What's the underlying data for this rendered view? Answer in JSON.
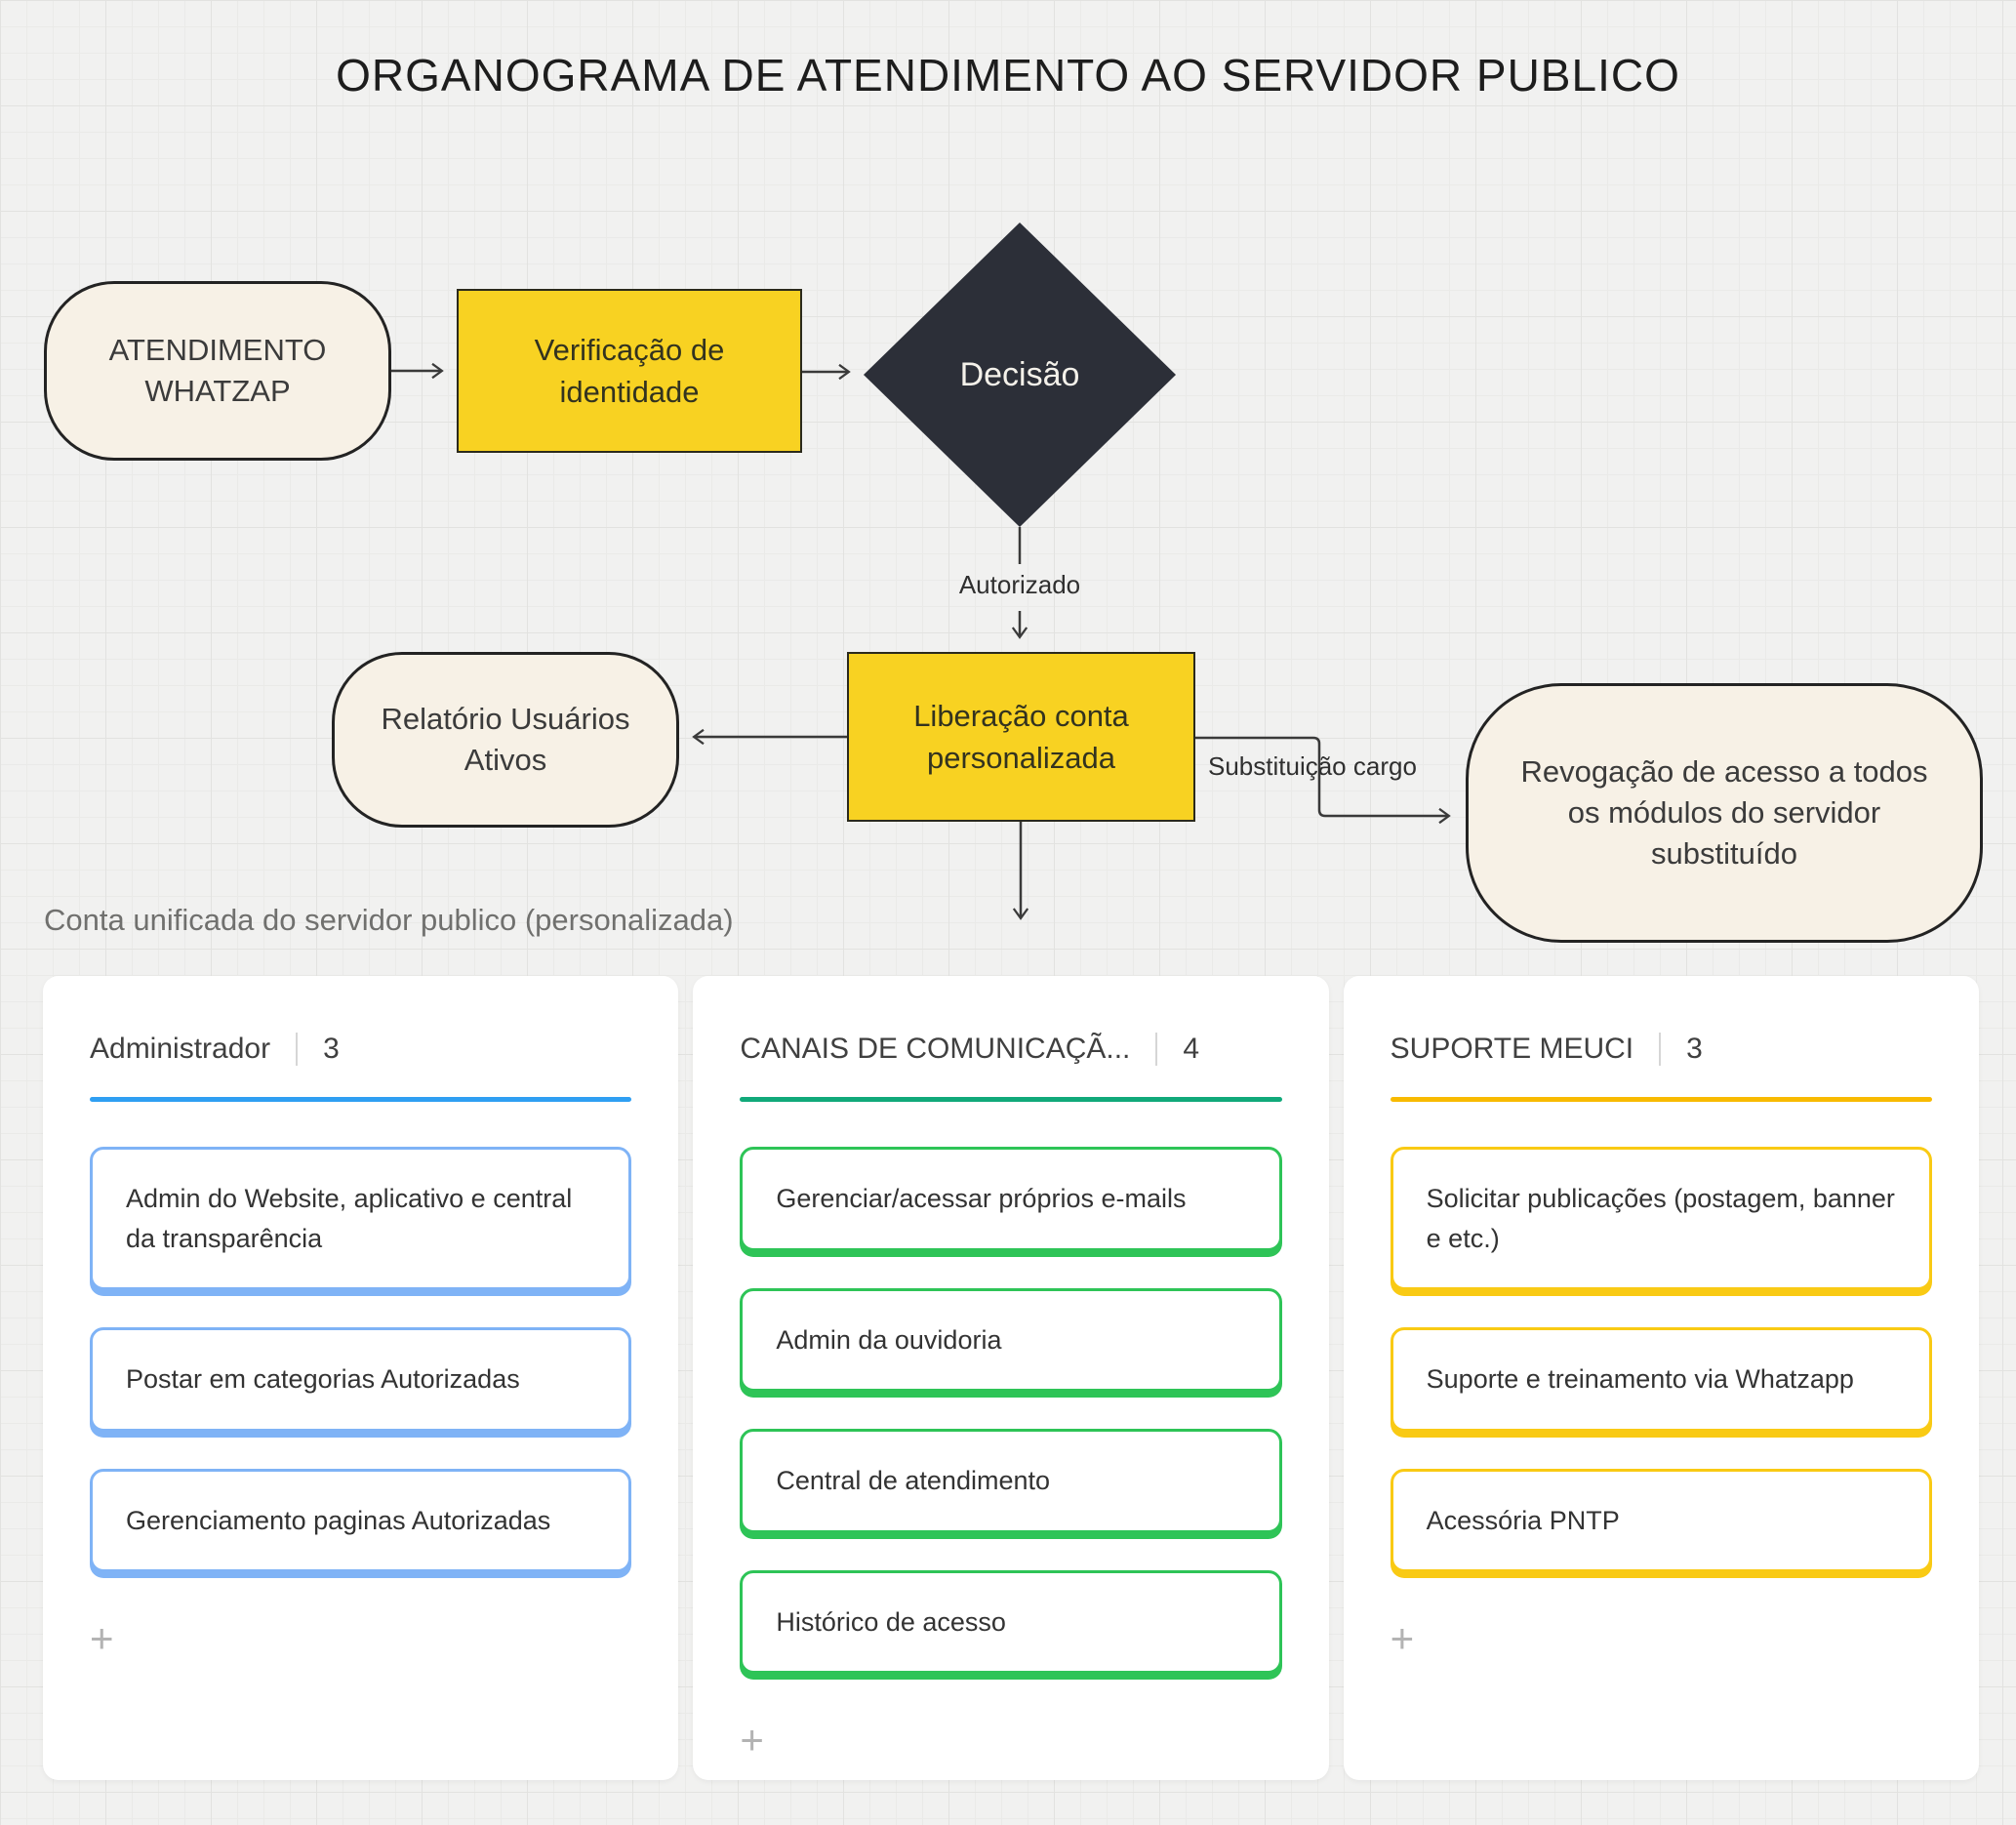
{
  "title": "ORGANOGRAMA DE ATENDIMENTO AO SERVIDOR PUBLICO",
  "flow": {
    "atendimento": "ATENDIMENTO WHATZAP",
    "verificacao": "Verificação de identidade",
    "decisao": "Decisão",
    "autorizado_label": "Autorizado",
    "liberacao": "Liberação conta personalizada",
    "relatorio": "Relatório Usuários Ativos",
    "substituicao_label": "Substituição cargo",
    "revogacao": "Revogação de acesso a todos os módulos do servidor substituído"
  },
  "caption": "Conta unificada do servidor publico (personalizada)",
  "board": {
    "columns": [
      {
        "title": "Administrador",
        "count": "3",
        "accent": "#2f9ff2",
        "card_accent": "#7fb3f6",
        "add_label": "+",
        "cards": [
          "Admin do Website, aplicativo e central da transparência",
          "Postar em categorias Autorizadas",
          "Gerenciamento paginas Autorizadas"
        ]
      },
      {
        "title": "CANAIS DE COMUNICAÇÃ...",
        "count": "4",
        "accent": "#11a97a",
        "card_accent": "#2ec457",
        "add_label": "+",
        "cards": [
          "Gerenciar/acessar  próprios e-mails",
          "Admin da ouvidoria",
          "Central de atendimento",
          "Histórico de acesso"
        ]
      },
      {
        "title": "SUPORTE MEUCI",
        "count": "3",
        "accent": "#f8ba00",
        "card_accent": "#f9ca14",
        "add_label": "+",
        "cards": [
          "Solicitar publicações  (postagem, banner e etc.)",
          "Suporte e treinamento via Whatzapp",
          "Acessória PNTP"
        ]
      }
    ]
  },
  "colors": {
    "canvas_background": "#f1f1f0",
    "process_fill": "#f8d222",
    "terminator_fill": "#f7f1e6",
    "decision_fill": "#2c2f38",
    "connector": "#3a3a3a"
  }
}
